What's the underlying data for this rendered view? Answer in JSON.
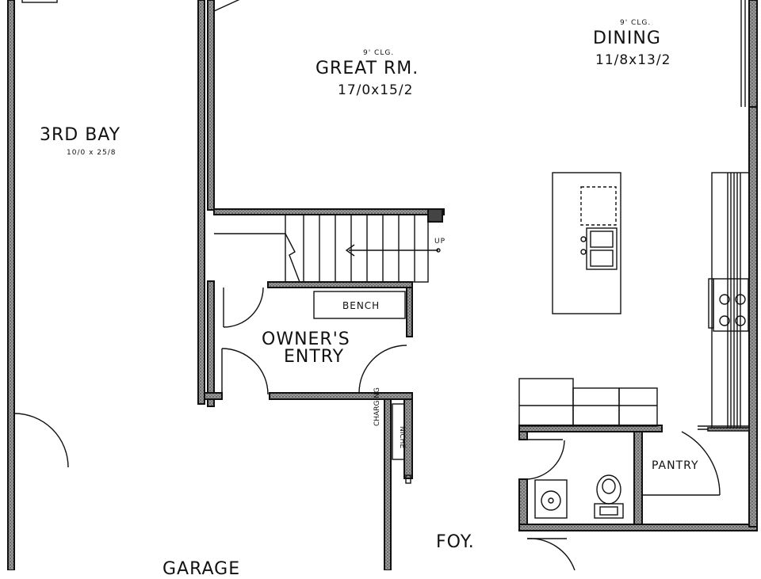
{
  "rooms": {
    "third_bay": {
      "name": "3RD BAY",
      "dims": "10/0 x 25/8"
    },
    "great_room": {
      "ceiling": "9' CLG.",
      "name": "GREAT RM.",
      "dims": "17/0x15/2"
    },
    "dining": {
      "ceiling": "9' CLG.",
      "name": "DINING",
      "dims": "11/8x13/2"
    },
    "owners_entry": {
      "line1": "OWNER'S",
      "line2": "ENTRY"
    },
    "bench": "BENCH",
    "charging_niche": {
      "line1": "CHARGING",
      "line2": "NICHE"
    },
    "pantry": "PANTRY",
    "foyer": "FOY.",
    "garage": "GARAGE",
    "stair": "UP"
  },
  "colors": {
    "ink": "#111111",
    "wall_fill": "#8a8a8a",
    "paper": "#ffffff"
  }
}
